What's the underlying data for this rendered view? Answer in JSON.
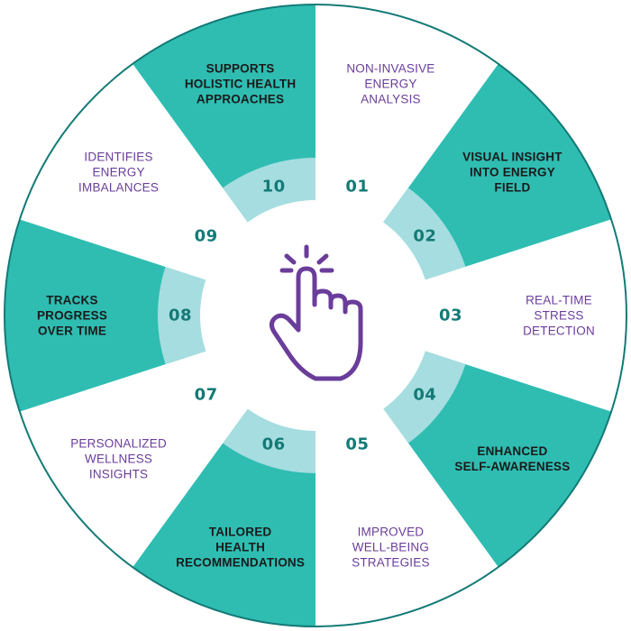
{
  "colors": {
    "teal": "#2fbdb2",
    "light_teal": "#a6dde0",
    "outline": "#137a76",
    "purple": "#6a3d9a",
    "number": "#137a76",
    "white": "#ffffff"
  },
  "center_icon": "tap-hand-icon",
  "segments": [
    {
      "number": "01",
      "label": "NON-INVASIVE\nENERGY\nANALYSIS",
      "filled": false
    },
    {
      "number": "02",
      "label": "VISUAL INSIGHT\nINTO ENERGY\nFIELD",
      "filled": true
    },
    {
      "number": "03",
      "label": "REAL-TIME\nSTRESS\nDETECTION",
      "filled": false
    },
    {
      "number": "04",
      "label": "ENHANCED\nSELF-AWARENESS",
      "filled": true
    },
    {
      "number": "05",
      "label": "IMPROVED\nWELL-BEING\nSTRATEGIES",
      "filled": false
    },
    {
      "number": "06",
      "label": "TAILORED\nHEALTH\nRECOMMENDATIONS",
      "filled": true
    },
    {
      "number": "07",
      "label": "PERSONALIZED\nWELLNESS\nINSIGHTS",
      "filled": false
    },
    {
      "number": "08",
      "label": "TRACKS\nPROGRESS\nOVER TIME",
      "filled": true
    },
    {
      "number": "09",
      "label": "IDENTIFIES\nENERGY\nIMBALANCES",
      "filled": false
    },
    {
      "number": "10",
      "label": "SUPPORTS\nHOLISTIC HEALTH\nAPPROACHES",
      "filled": true
    }
  ]
}
